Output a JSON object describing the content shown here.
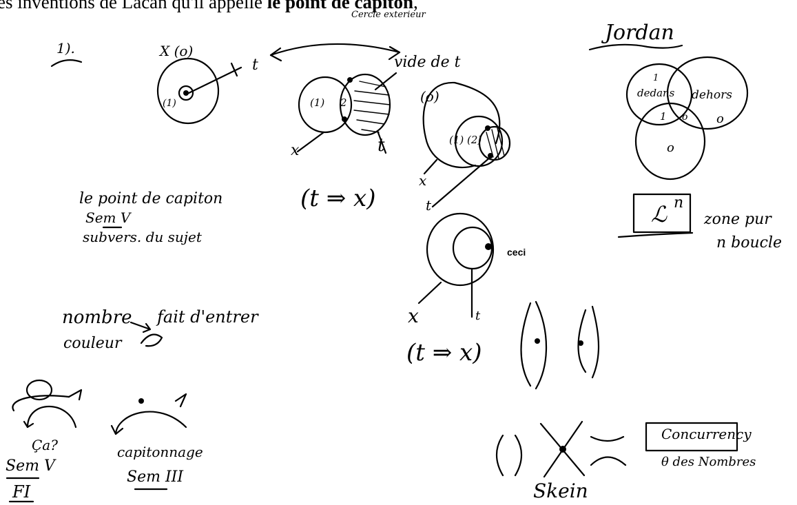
{
  "header": {
    "prefix": "es inventions  de Lacan qu'il appelle ",
    "bold": "le point de capiton",
    "suffix": ","
  },
  "notes": {
    "cercle_exterieur": "Cercle exterieur",
    "num_1": "1).",
    "x0": "X (o)",
    "t_arrow": "t",
    "vide_de_t": "vide de t",
    "c1_label": "(1)",
    "c2_label": "2",
    "x_small": "x",
    "t_small": "t",
    "label_1_left": "(1)",
    "zero_label": "(o)",
    "label_1_2": "(1)",
    "label_2_2": "(2)",
    "x_mid": "x",
    "t_mid": "t",
    "jordan": "Jordan",
    "dedans": "dedans",
    "dehors": "dehors",
    "one_a": "1",
    "one_b": "1",
    "zero_a": "o",
    "zero_b": "o",
    "zero_c": "o",
    "l_point": "le point de capiton",
    "sem_v": "Sem V",
    "subv": "subvers. du sujet",
    "t_implies_x_1": "(t ⇒ x)",
    "lambda_n": "ℒ",
    "n_sup": "n",
    "zone_pur": "zone pur",
    "n_boucle": "n boucle",
    "ceci": "ceci",
    "x_big": "x",
    "t_bottom": "t",
    "nombre": "nombre",
    "fait_entre": "fait d'entrer",
    "couleur": "couleur",
    "t_implies_x_2": "(t ⇒ x)",
    "ca": "Ça?",
    "sem_v2": "Sem V",
    "fi": "FI",
    "capitonnage": "capitonnage",
    "sem_iii": "Sem III",
    "skein": "Skein",
    "concurrency": "Concurrency",
    "des_nombres": "θ des Nombres"
  }
}
